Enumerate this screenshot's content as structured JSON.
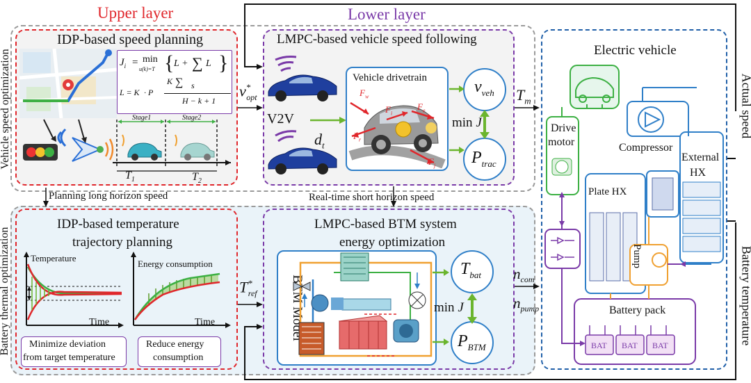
{
  "layers": {
    "upper": "Upper layer",
    "lower": "Lower layer"
  },
  "side_labels": {
    "left_top": "Vehicle speed optimization",
    "left_bottom": "Battery thermal optimization",
    "right_top": "Actual speed",
    "right_bottom": "Battery temperature"
  },
  "top_left_panel": {
    "title": "IDP-based speed planning",
    "eq_j": "J",
    "eq_j_sub": "i",
    "eq_min": "min",
    "eq_min_sub": "u(k)=T",
    "eq_L": "L",
    "eq_plus": "+",
    "eq_H": "H",
    "eq_K1": "L = K",
    "eq_P": "· P",
    "eq_K2": "K",
    "eq_s": "s",
    "eq_den": "H",
    "eq_den_rest": "− k + 1",
    "stage1": "Stage1",
    "stage2": "Stage2",
    "t1": "T",
    "t1_sub": "1",
    "t2": "T",
    "t2_sub": "2"
  },
  "top_mid_panel": {
    "title": "LMPC-based vehicle speed following",
    "drivetrain": "Vehicle drivetrain",
    "v2v": "V2V",
    "dt": "d",
    "dt_sub": "t",
    "minj": "min",
    "minj_var": "J",
    "vveh": "v",
    "vveh_sub": "veh",
    "ptrac": "P",
    "ptrac_sub": "trac",
    "fw": "F",
    "fw_sub": "w",
    "fi": "F",
    "fi_sub": "i",
    "fe": "F",
    "fe_sub": "e",
    "fr": "F",
    "fr_sub": "r",
    "fj": "F",
    "fj_sub": "j"
  },
  "signals": {
    "vopt": "v",
    "vopt_sup": "*",
    "vopt_sub": "opt",
    "tm": "T",
    "tm_sub": "m",
    "tref": "T",
    "tref_sup": "*",
    "tref_sub": "ref",
    "ncom": "n",
    "ncom_sub": "com",
    "npump": "n",
    "npump_sub": "pump",
    "long_horizon": "Planning long horizon speed",
    "short_horizon": "Real-time short horizon speed"
  },
  "bottom_left_panel": {
    "title1": "IDP-based temperature",
    "title2": "trajectory planning",
    "temperature": "Temperature",
    "energy": "Energy consumption",
    "time1": "Time",
    "time2": "Time",
    "box1_l1": "Minimize deviation",
    "box1_l2": "from target temperature",
    "box2_l1": "Reduce energy",
    "box2_l2": "consumption"
  },
  "bottom_mid_panel": {
    "title1": "LMPC-based BTM system",
    "title2": "energy optimization",
    "model": "BTM Model",
    "tbat": "T",
    "tbat_sub": "bat",
    "pbtm": "P",
    "pbtm_sub": "BTM",
    "minj": "min",
    "minj_var": "J"
  },
  "ev_panel": {
    "title": "Electric vehicle",
    "drive_motor_1": "Drive",
    "drive_motor_2": "motor",
    "compressor": "Compressor",
    "external_1": "External",
    "external_2": "HX",
    "plate": "Plate HX",
    "pump": "Pump",
    "battery_pack": "Battery pack",
    "bat1": "BAT",
    "bat2": "BAT",
    "bat3": "BAT"
  },
  "colors": {
    "red": "#e0262b",
    "purple": "#7a3aa8",
    "blue": "#1f5fa8",
    "green": "#6bb52e",
    "orange": "#f0a030",
    "bottom_bg": "#eaf3f9"
  }
}
